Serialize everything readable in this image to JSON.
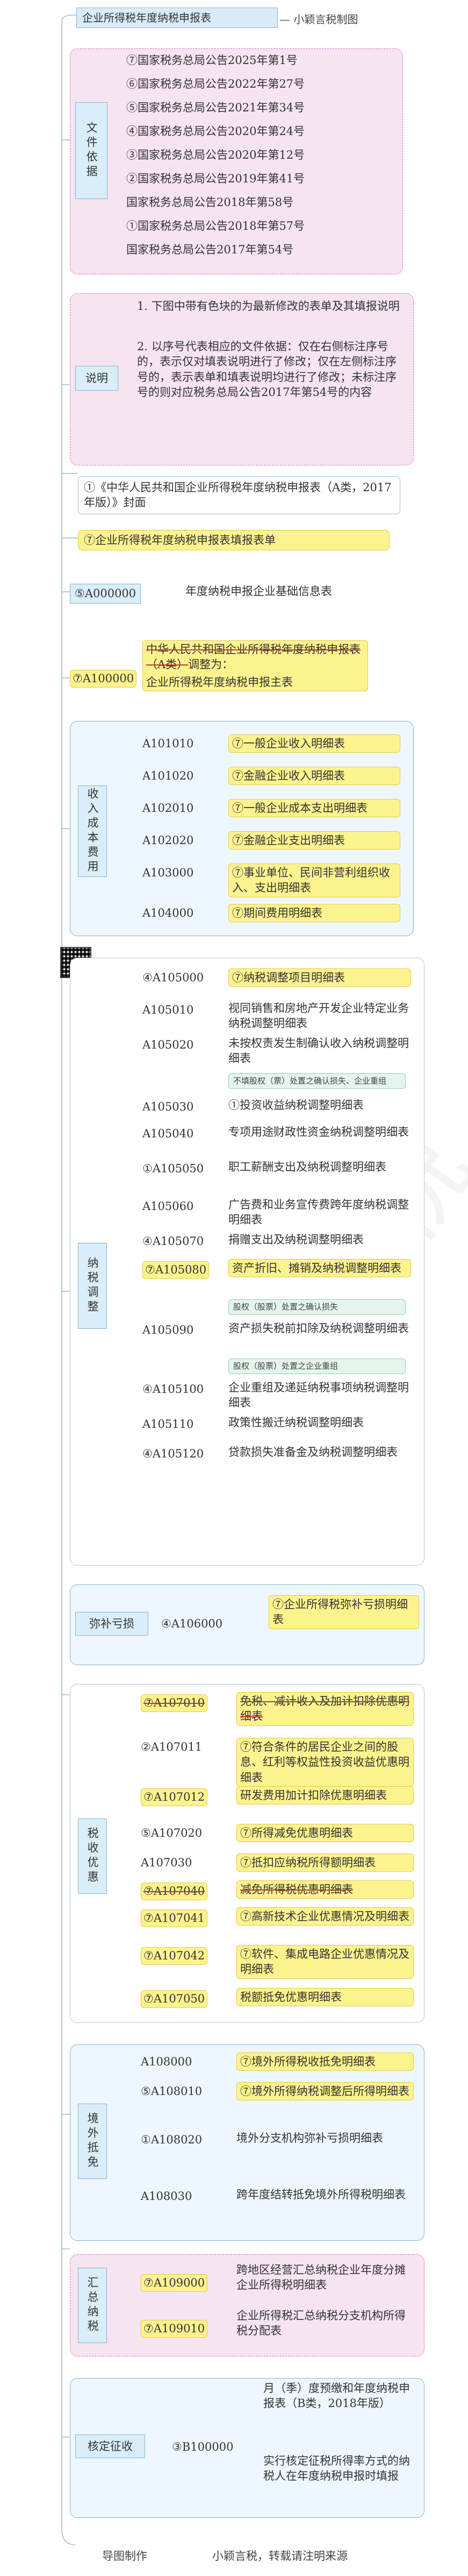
{
  "header": {
    "title": "企业所得税年度纳税申报表",
    "author": "小颖言税制图"
  },
  "doc_group": {
    "label": "文件依据",
    "items": [
      "⑦国家税务总局公告2025年第1号",
      "⑥国家税务总局公告2022年第27号",
      "⑤国家税务总局公告2021年第34号",
      "④国家税务总局公告2020年第24号",
      "③国家税务总局公告2020年第12号",
      "②国家税务总局公告2019年第41号",
      "国家税务总局公告2018年第58号",
      "①国家税务总局公告2018年第57号",
      "国家税务总局公告2017年第54号"
    ]
  },
  "notes_group": {
    "label": "说明",
    "items": [
      "1. 下图中带有色块的为最新修改的表单及其填报说明",
      "2. 以序号代表相应的文件依据：仅在右侧标注序号的，表示仅对填表说明进行了修改；仅在左侧标注序号的，表示表单和填表说明均进行了修改；未标注序号的则对应税务总局公告2017年第54号的内容"
    ]
  },
  "cover": "①《中华人民共和国企业所得税年度纳税申报表（A类，2017年版）》封面",
  "list_form": "⑦企业所得税年度纳税申报表填报表单",
  "basic_info": {
    "code": "⑤A000000",
    "desc": "年度纳税申报企业基础信息表"
  },
  "main_form": {
    "code": "⑦A100000",
    "old": "中华人民共和国企业所得税年度纳税申报表（A类）",
    "adjust": "调整为：",
    "new": "企业所得税年度纳税申报主表"
  },
  "income_group": {
    "label": "收入成本费用",
    "rows": [
      {
        "code": "A101010",
        "desc": "⑦一般企业收入明细表"
      },
      {
        "code": "A101020",
        "desc": "⑦金融企业收入明细表"
      },
      {
        "code": "A102010",
        "desc": "⑦一般企业成本支出明细表"
      },
      {
        "code": "A102020",
        "desc": "⑦金融企业支出明细表"
      },
      {
        "code": "A103000",
        "desc": "⑦事业单位、民间非营利组织收入、支出明细表"
      },
      {
        "code": "A104000",
        "desc": "⑦期间费用明细表"
      }
    ]
  },
  "adjust_group": {
    "label": "纳税调整",
    "rows": [
      {
        "code": "④A105000",
        "desc": "⑦纳税调整项目明细表"
      },
      {
        "code": "A105010",
        "desc": "视同销售和房地产开发企业特定业务纳税调整明细表"
      },
      {
        "code": "A105020",
        "desc": "未按权责发生制确认收入纳税调整明细表"
      },
      {
        "note": "不填股权（票）处置之确认损失、企业重组"
      },
      {
        "code": "A105030",
        "desc": "①投资收益纳税调整明细表"
      },
      {
        "code": "A105040",
        "desc": "专项用途财政性资金纳税调整明细表"
      },
      {
        "code": "①A105050",
        "desc": "职工薪酬支出及纳税调整明细表"
      },
      {
        "code": "A105060",
        "desc": "广告费和业务宣传费跨年度纳税调整明细表"
      },
      {
        "code": "④A105070",
        "desc": "捐赠支出及纳税调整明细表"
      },
      {
        "code": "⑦A105080",
        "desc": "资产折旧、摊销及纳税调整明细表"
      },
      {
        "note": "股权（股票）处置之确认损失"
      },
      {
        "code": "A105090",
        "desc": "资产损失税前扣除及纳税调整明细表"
      },
      {
        "note": "股权（股票）处置之企业重组"
      },
      {
        "code": "④A105100",
        "desc": "企业重组及递延纳税事项纳税调整明细表"
      },
      {
        "code": "A105110",
        "desc": "政策性搬迁纳税调整明细表"
      },
      {
        "code": "④A105120",
        "desc": "贷款损失准备金及纳税调整明细表"
      }
    ]
  },
  "loss_group": {
    "label": "弥补亏损",
    "code": "④A106000",
    "desc": "⑦企业所得税弥补亏损明细表"
  },
  "pref_group": {
    "label": "税收优惠",
    "rows": [
      {
        "code": "⑦A107010",
        "desc": "免税、减计收入及加计扣除优惠明细表"
      },
      {
        "code": "②A107011",
        "desc": "⑦符合条件的居民企业之间的股息、红利等权益性投资收益优惠明细表"
      },
      {
        "code": "⑦A107012",
        "desc": "研发费用加计扣除优惠明细表"
      },
      {
        "code": "⑤A107020",
        "desc": "⑦所得减免优惠明细表"
      },
      {
        "code": "A107030",
        "desc": "⑦抵扣应纳税所得额明细表"
      },
      {
        "code": "⑦A107040",
        "desc": "减免所得税优惠明细表"
      },
      {
        "code": "⑦A107041",
        "desc": "⑦高新技术企业优惠情况及明细表"
      },
      {
        "code": "⑦A107042",
        "desc": "⑦软件、集成电路企业优惠情况及明细表"
      },
      {
        "code": "⑦A107050",
        "desc": "税额抵免优惠明细表"
      }
    ]
  },
  "foreign_group": {
    "label": "境外抵免",
    "rows": [
      {
        "code": "A108000",
        "desc": "⑦境外所得税收抵免明细表"
      },
      {
        "code": "⑤A108010",
        "desc": "⑦境外所得纳税调整后所得明细表"
      },
      {
        "code": "①A108020",
        "desc": "境外分支机构弥补亏损明细表"
      },
      {
        "code": "A108030",
        "desc": "跨年度结转抵免境外所得税明细表"
      }
    ]
  },
  "consol_group": {
    "label": "汇总纳税",
    "rows": [
      {
        "code": "⑦A109000",
        "desc": "跨地区经营汇总纳税企业年度分摊企业所得税明细表"
      },
      {
        "code": "⑦A109010",
        "desc": "企业所得税汇总纳税分支机构所得税分配表"
      }
    ]
  },
  "assess_group": {
    "label": "核定征收",
    "code": "③B100000",
    "desc1": "月（季）度预缴和年度纳税申报表（B类，2018年版）",
    "desc2": "实行核定征税所得率方式的纳税人在年度纳税申报时填报"
  },
  "footer": {
    "left": "导图制作",
    "right": "小颖言税，转载请注明来源"
  },
  "watermark": "小颖言税",
  "colors": {
    "highlight": "#fdf38e",
    "blue_fill": "#eef7fd",
    "pink_fill": "#f6e4f1",
    "green_note": "#e5f4ec"
  }
}
